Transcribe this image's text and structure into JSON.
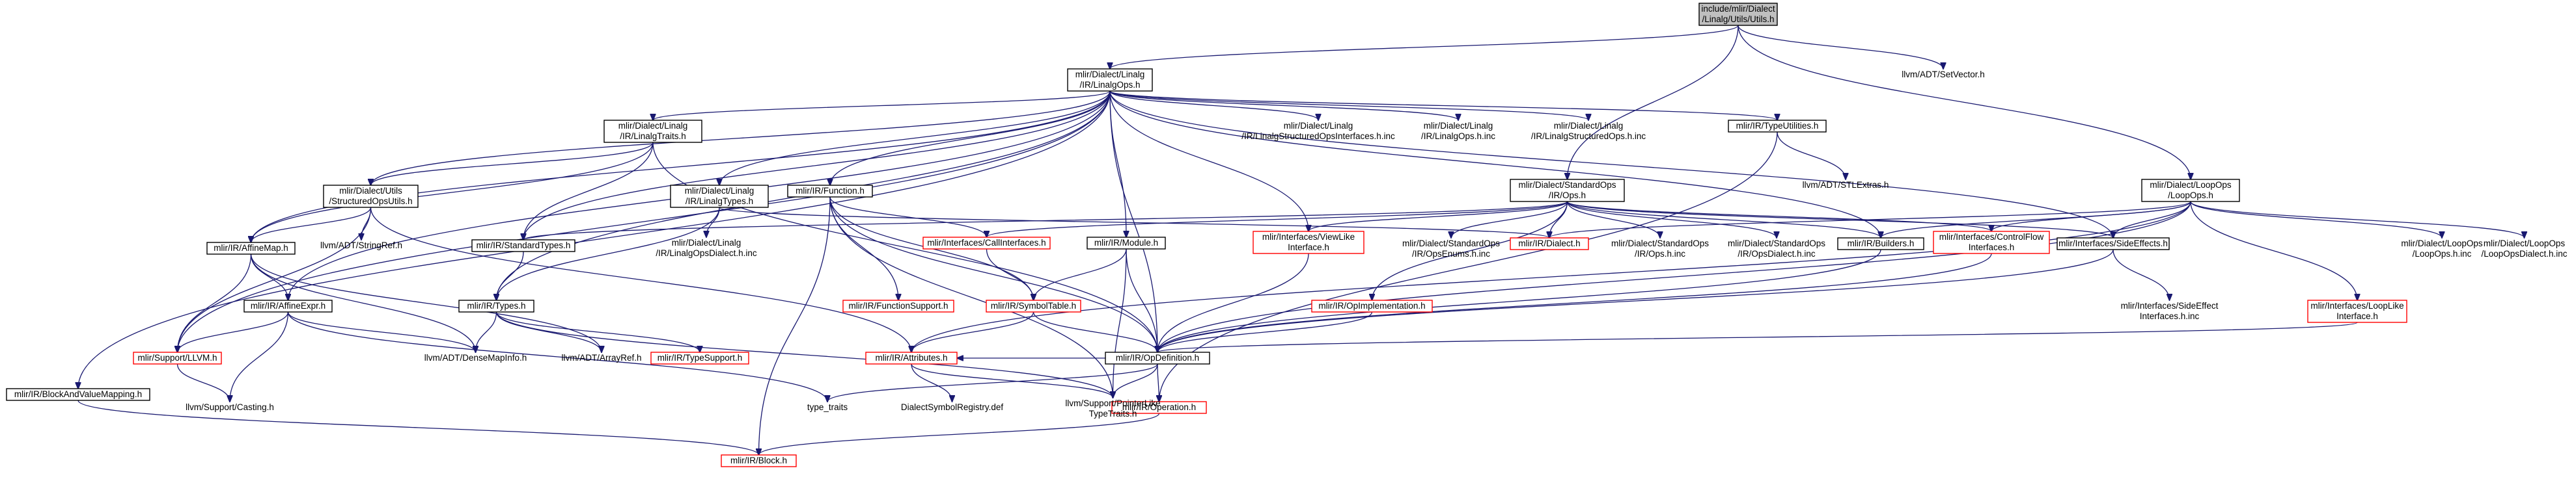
{
  "colors": {
    "edge": "#191970",
    "root_fill": "#bfbfbf",
    "node_stroke": "#000000",
    "red_stroke": "#ff0000",
    "gray_text": "#4d4d4d"
  },
  "graph": {
    "nodes": [
      {
        "id": "utils",
        "lines": [
          "include/mlir/Dialect",
          "/Linalg/Utils/Utils.h"
        ],
        "style": "root"
      },
      {
        "id": "linalgops",
        "lines": [
          "mlir/Dialect/Linalg",
          "/IR/LinalgOps.h"
        ],
        "style": "normal"
      },
      {
        "id": "setvector",
        "lines": [
          "llvm/ADT/SetVector.h"
        ],
        "style": "plain"
      },
      {
        "id": "stdops",
        "lines": [
          "mlir/Dialect/StandardOps",
          "/IR/Ops.h"
        ],
        "style": "normal"
      },
      {
        "id": "loopops",
        "lines": [
          "mlir/Dialect/LoopOps",
          "/LoopOps.h"
        ],
        "style": "normal"
      },
      {
        "id": "blockandvalue",
        "lines": [
          "mlir/IR/BlockAndValueMapping.h"
        ],
        "style": "normal"
      },
      {
        "id": "linalgtraits",
        "lines": [
          "mlir/Dialect/Linalg",
          "/IR/LinalgTraits.h"
        ],
        "style": "normal"
      },
      {
        "id": "structuredopsutils",
        "lines": [
          "mlir/Dialect/Utils",
          "/StructuredOpsUtils.h"
        ],
        "style": "normal"
      },
      {
        "id": "affinemap",
        "lines": [
          "mlir/IR/AffineMap.h"
        ],
        "style": "normal"
      },
      {
        "id": "affineexpr",
        "lines": [
          "mlir/IR/AffineExpr.h"
        ],
        "style": "normal"
      },
      {
        "id": "supportllvm",
        "lines": [
          "mlir/Support/LLVM.h"
        ],
        "style": "red"
      },
      {
        "id": "casting",
        "lines": [
          "llvm/Support/Casting.h"
        ],
        "style": "plain"
      },
      {
        "id": "stringref",
        "lines": [
          "llvm/ADT/StringRef.h"
        ],
        "style": "plain"
      },
      {
        "id": "densemapinfo",
        "lines": [
          "llvm/ADT/DenseMapInfo.h"
        ],
        "style": "plain"
      },
      {
        "id": "standardtypes",
        "lines": [
          "mlir/IR/StandardTypes.h"
        ],
        "style": "normal"
      },
      {
        "id": "types",
        "lines": [
          "mlir/IR/Types.h"
        ],
        "style": "normal"
      },
      {
        "id": "arrayref",
        "lines": [
          "llvm/ADT/ArrayRef.h"
        ],
        "style": "plain"
      },
      {
        "id": "typesupport",
        "lines": [
          "mlir/IR/TypeSupport.h"
        ],
        "style": "red"
      },
      {
        "id": "linalgtypes",
        "lines": [
          "mlir/Dialect/Linalg",
          "/IR/LinalgTypes.h"
        ],
        "style": "normal"
      },
      {
        "id": "linalgopsdialect",
        "lines": [
          "mlir/Dialect/Linalg",
          "/IR/LinalgOpsDialect.h.inc"
        ],
        "style": "plain"
      },
      {
        "id": "function",
        "lines": [
          "mlir/IR/Function.h"
        ],
        "style": "normal"
      },
      {
        "id": "callinterfaces",
        "lines": [
          "mlir/Interfaces/CallInterfaces.h"
        ],
        "style": "red"
      },
      {
        "id": "functionsupport",
        "lines": [
          "mlir/IR/FunctionSupport.h"
        ],
        "style": "red"
      },
      {
        "id": "symboltable",
        "lines": [
          "mlir/IR/SymbolTable.h"
        ],
        "style": "red"
      },
      {
        "id": "attributes",
        "lines": [
          "mlir/IR/Attributes.h"
        ],
        "style": "red"
      },
      {
        "id": "typetraits",
        "lines": [
          "type_traits"
        ],
        "style": "plain"
      },
      {
        "id": "dialectsymbolregistry",
        "lines": [
          "DialectSymbolRegistry.def"
        ],
        "style": "plain"
      },
      {
        "id": "block",
        "lines": [
          "mlir/IR/Block.h"
        ],
        "style": "red"
      },
      {
        "id": "module",
        "lines": [
          "mlir/IR/Module.h"
        ],
        "style": "normal"
      },
      {
        "id": "viewlike",
        "lines": [
          "mlir/Interfaces/ViewLike",
          "Interface.h"
        ],
        "style": "red"
      },
      {
        "id": "opimplementation",
        "lines": [
          "mlir/IR/OpImplementation.h"
        ],
        "style": "red"
      },
      {
        "id": "opdefinition",
        "lines": [
          "mlir/IR/OpDefinition.h"
        ],
        "style": "normal"
      },
      {
        "id": "operation",
        "lines": [
          "mlir/IR/Operation.h"
        ],
        "style": "red"
      },
      {
        "id": "pointerlike",
        "lines": [
          "llvm/Support/PointerLike",
          "TypeTraits.h"
        ],
        "style": "plain"
      },
      {
        "id": "structinterfacesinc",
        "lines": [
          "mlir/Dialect/Linalg",
          "/IR/LinalgStructuredOpsInterfaces.h.inc"
        ],
        "style": "plain"
      },
      {
        "id": "linalgopsinc",
        "lines": [
          "mlir/Dialect/Linalg",
          "/IR/LinalgOps.h.inc"
        ],
        "style": "plain"
      },
      {
        "id": "structopsinc",
        "lines": [
          "mlir/Dialect/Linalg",
          "/IR/LinalgStructuredOps.h.inc"
        ],
        "style": "plain"
      },
      {
        "id": "typeutilities",
        "lines": [
          "mlir/IR/TypeUtilities.h"
        ],
        "style": "normal"
      },
      {
        "id": "stlextras",
        "lines": [
          "llvm/ADT/STLExtras.h"
        ],
        "style": "plain"
      },
      {
        "id": "stdopsenums",
        "lines": [
          "mlir/Dialect/StandardOps",
          "/IR/OpsEnums.h.inc"
        ],
        "style": "plain"
      },
      {
        "id": "dialect",
        "lines": [
          "mlir/IR/Dialect.h"
        ],
        "style": "red"
      },
      {
        "id": "stdopsinc",
        "lines": [
          "mlir/Dialect/StandardOps",
          "/IR/Ops.h.inc"
        ],
        "style": "plain"
      },
      {
        "id": "stdopsdialect",
        "lines": [
          "mlir/Dialect/StandardOps",
          "/IR/OpsDialect.h.inc"
        ],
        "style": "plain"
      },
      {
        "id": "builders",
        "lines": [
          "mlir/IR/Builders.h"
        ],
        "style": "normal"
      },
      {
        "id": "controlflow",
        "lines": [
          "mlir/Interfaces/ControlFlow",
          "Interfaces.h"
        ],
        "style": "red"
      },
      {
        "id": "sideeffects",
        "lines": [
          "mlir/Interfaces/SideEffects.h"
        ],
        "style": "normal"
      },
      {
        "id": "sideeffectinc",
        "lines": [
          "mlir/Interfaces/SideEffect",
          "Interfaces.h.inc"
        ],
        "style": "plain"
      },
      {
        "id": "looplike",
        "lines": [
          "mlir/Interfaces/LoopLike",
          "Interface.h"
        ],
        "style": "red"
      },
      {
        "id": "loopopsinc",
        "lines": [
          "mlir/Dialect/LoopOps",
          "/LoopOps.h.inc"
        ],
        "style": "plain"
      },
      {
        "id": "loopopsdialectinc",
        "lines": [
          "mlir/Dialect/LoopOps",
          "/LoopOpsDialect.h.inc"
        ],
        "style": "plain"
      }
    ],
    "edges": [
      [
        "utils",
        "linalgops"
      ],
      [
        "utils",
        "setvector"
      ],
      [
        "utils",
        "stdops"
      ],
      [
        "utils",
        "loopops"
      ],
      [
        "linalgops",
        "blockandvalue"
      ],
      [
        "linalgops",
        "supportllvm"
      ],
      [
        "linalgops",
        "affinemap"
      ],
      [
        "linalgops",
        "affineexpr"
      ],
      [
        "linalgops",
        "structuredopsutils"
      ],
      [
        "linalgops",
        "standardtypes"
      ],
      [
        "linalgops",
        "types"
      ],
      [
        "linalgops",
        "linalgtraits"
      ],
      [
        "linalgops",
        "linalgtypes"
      ],
      [
        "linalgops",
        "function"
      ],
      [
        "linalgops",
        "module"
      ],
      [
        "linalgops",
        "viewlike"
      ],
      [
        "linalgops",
        "opdefinition"
      ],
      [
        "linalgops",
        "structinterfacesinc"
      ],
      [
        "linalgops",
        "linalgopsinc"
      ],
      [
        "linalgops",
        "structopsinc"
      ],
      [
        "linalgops",
        "typeutilities"
      ],
      [
        "linalgops",
        "builders"
      ],
      [
        "linalgops",
        "sideeffects"
      ],
      [
        "blockandvalue",
        "block"
      ],
      [
        "linalgtraits",
        "structuredopsutils"
      ],
      [
        "linalgtraits",
        "affinemap"
      ],
      [
        "linalgtraits",
        "standardtypes"
      ],
      [
        "linalgtraits",
        "opdefinition"
      ],
      [
        "structuredopsutils",
        "affinemap"
      ],
      [
        "structuredopsutils",
        "supportllvm"
      ],
      [
        "structuredopsutils",
        "stringref"
      ],
      [
        "structuredopsutils",
        "attributes"
      ],
      [
        "affinemap",
        "affineexpr"
      ],
      [
        "affinemap",
        "supportllvm"
      ],
      [
        "affinemap",
        "densemapinfo"
      ],
      [
        "affinemap",
        "arrayref"
      ],
      [
        "affineexpr",
        "supportllvm"
      ],
      [
        "affineexpr",
        "densemapinfo"
      ],
      [
        "affineexpr",
        "casting"
      ],
      [
        "affineexpr",
        "typetraits"
      ],
      [
        "supportllvm",
        "casting"
      ],
      [
        "standardtypes",
        "types"
      ],
      [
        "types",
        "densemapinfo"
      ],
      [
        "types",
        "arrayref"
      ],
      [
        "types",
        "typesupport"
      ],
      [
        "types",
        "pointerlike"
      ],
      [
        "linalgtypes",
        "types"
      ],
      [
        "linalgtypes",
        "linalgopsdialect"
      ],
      [
        "linalgtypes",
        "dialect"
      ],
      [
        "function",
        "callinterfaces"
      ],
      [
        "function",
        "functionsupport"
      ],
      [
        "function",
        "symboltable"
      ],
      [
        "function",
        "opdefinition"
      ],
      [
        "function",
        "block"
      ],
      [
        "function",
        "pointerlike"
      ],
      [
        "callinterfaces",
        "symboltable"
      ],
      [
        "symboltable",
        "attributes"
      ],
      [
        "symboltable",
        "opdefinition"
      ],
      [
        "attributes",
        "dialectsymbolregistry"
      ],
      [
        "attributes",
        "pointerlike"
      ],
      [
        "module",
        "symboltable"
      ],
      [
        "module",
        "opdefinition"
      ],
      [
        "module",
        "pointerlike"
      ],
      [
        "viewlike",
        "opdefinition"
      ],
      [
        "opimplementation",
        "opdefinition"
      ],
      [
        "opdefinition",
        "attributes"
      ],
      [
        "opdefinition",
        "typetraits"
      ],
      [
        "opdefinition",
        "operation"
      ],
      [
        "opdefinition",
        "pointerlike"
      ],
      [
        "operation",
        "block"
      ],
      [
        "typeutilities",
        "stlextras"
      ],
      [
        "typeutilities",
        "operation"
      ],
      [
        "stdops",
        "standardtypes"
      ],
      [
        "stdops",
        "callinterfaces"
      ],
      [
        "stdops",
        "viewlike"
      ],
      [
        "stdops",
        "opimplementation"
      ],
      [
        "stdops",
        "stdopsenums"
      ],
      [
        "stdops",
        "dialect"
      ],
      [
        "stdops",
        "stdopsinc"
      ],
      [
        "stdops",
        "stdopsdialect"
      ],
      [
        "stdops",
        "builders"
      ],
      [
        "stdops",
        "controlflow"
      ],
      [
        "stdops",
        "sideeffects"
      ],
      [
        "builders",
        "opdefinition"
      ],
      [
        "controlflow",
        "opdefinition"
      ],
      [
        "sideeffects",
        "opdefinition"
      ],
      [
        "sideeffects",
        "sideeffectinc"
      ],
      [
        "loopops",
        "dialect"
      ],
      [
        "loopops",
        "builders"
      ],
      [
        "loopops",
        "controlflow"
      ],
      [
        "loopops",
        "sideeffects"
      ],
      [
        "loopops",
        "looplike"
      ],
      [
        "loopops",
        "loopopsinc"
      ],
      [
        "loopops",
        "loopopsdialectinc"
      ],
      [
        "loopops",
        "opdefinition"
      ],
      [
        "loopops",
        "attributes"
      ],
      [
        "looplike",
        "opdefinition"
      ]
    ]
  }
}
